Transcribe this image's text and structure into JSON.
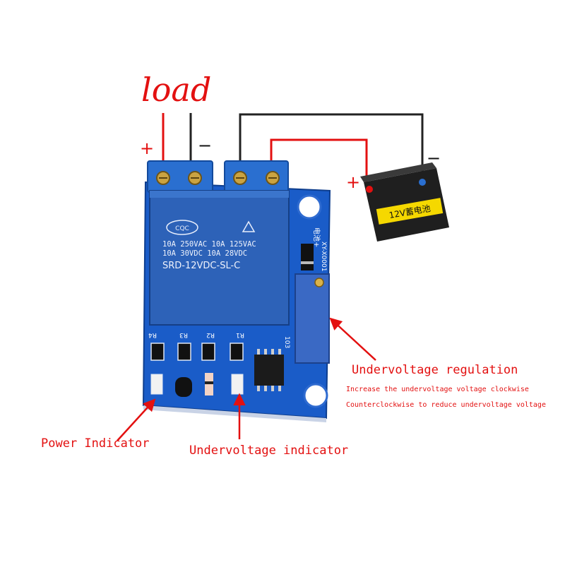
{
  "labels": {
    "load": "load",
    "load_plus": "+",
    "load_minus": "−",
    "battery_plus": "+",
    "battery_minus": "−",
    "undervoltage_regulation": "Undervoltage regulation",
    "increase_note": "Increase the undervoltage voltage clockwise",
    "decrease_note": "Counterclockwise to reduce undervoltage voltage",
    "power_indicator": "Power Indicator",
    "undervoltage_indicator": "Undervoltage indicator"
  },
  "relay": {
    "cert": "CQC",
    "line1": "10A 250VAC  10A 125VAC",
    "line2": "10A  30VDC  10A  28VDC",
    "model": "SRD-12VDC-SL-C"
  },
  "board": {
    "resistors": [
      "R4",
      "R3",
      "R2",
      "R1"
    ],
    "pot_code": "103",
    "board_code": "XY-X0001",
    "corner_mark": "电池+"
  },
  "battery": {
    "label": "12V蓄电池"
  },
  "colors": {
    "annotation_red": "#e31010",
    "wire_red": "#e31010",
    "wire_black": "#222222",
    "pcb_blue": "#1a5cc8",
    "relay_blue": "#2d62b8",
    "terminal_blue": "#2a6fd0",
    "battery_yellow": "#f5d800"
  }
}
